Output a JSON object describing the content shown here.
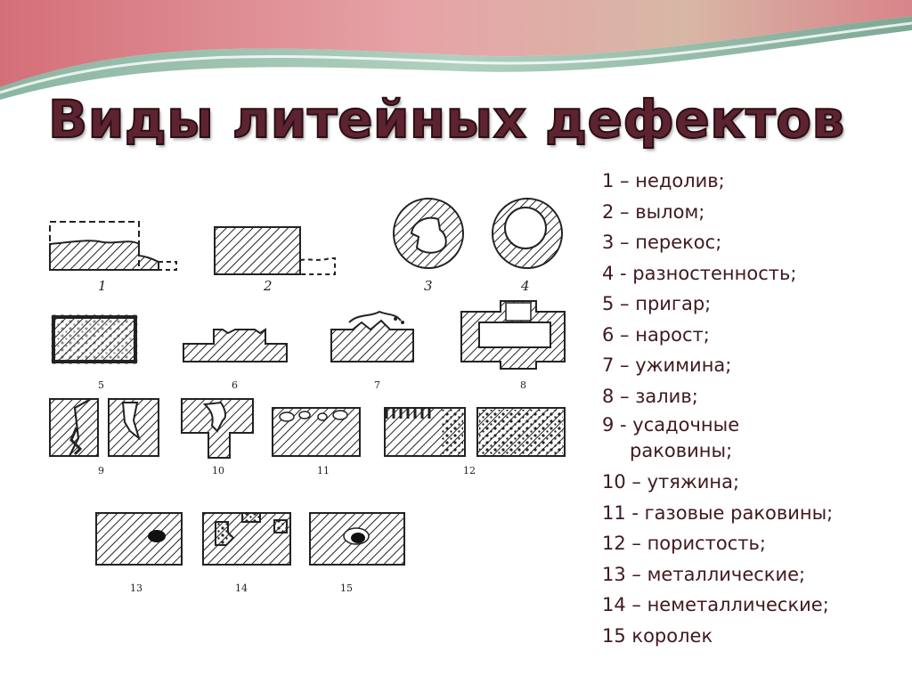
{
  "slide": {
    "title": "Виды литейных дефектов",
    "colors": {
      "title": "#5e2330",
      "text": "#3f1a1f",
      "banner_pink": "#d98389",
      "banner_green": "#8fb9a4"
    }
  },
  "legend": [
    {
      "text": "1 – недолив;"
    },
    {
      "text": "2 – вылом;"
    },
    {
      "text": "3 – перекос;"
    },
    {
      "text": "4 - разностенность;"
    },
    {
      "text": "5 – пригар;"
    },
    {
      "text": "6 – нарост;"
    },
    {
      "text": "7 – ужимина;"
    },
    {
      "text": "8 – залив;"
    },
    {
      "text": "9 - усадочные",
      "cont": "раковины;"
    },
    {
      "text": "10 – утяжина;"
    },
    {
      "text": "11 - газовые раковины;"
    },
    {
      "text": "12 – пористость;"
    },
    {
      "text": "13 – металлические;"
    },
    {
      "text": "14 – неметаллические;"
    },
    {
      "text": "15 королек"
    }
  ],
  "figure_labels": {
    "l1": "1",
    "l2": "2",
    "l3": "3",
    "l4": "4",
    "l5": "5",
    "l6": "6",
    "l7": "7",
    "l8": "8",
    "l9": "9",
    "l10": "10",
    "l11": "11",
    "l12": "12",
    "l13": "13",
    "l14": "14",
    "l15": "15"
  }
}
